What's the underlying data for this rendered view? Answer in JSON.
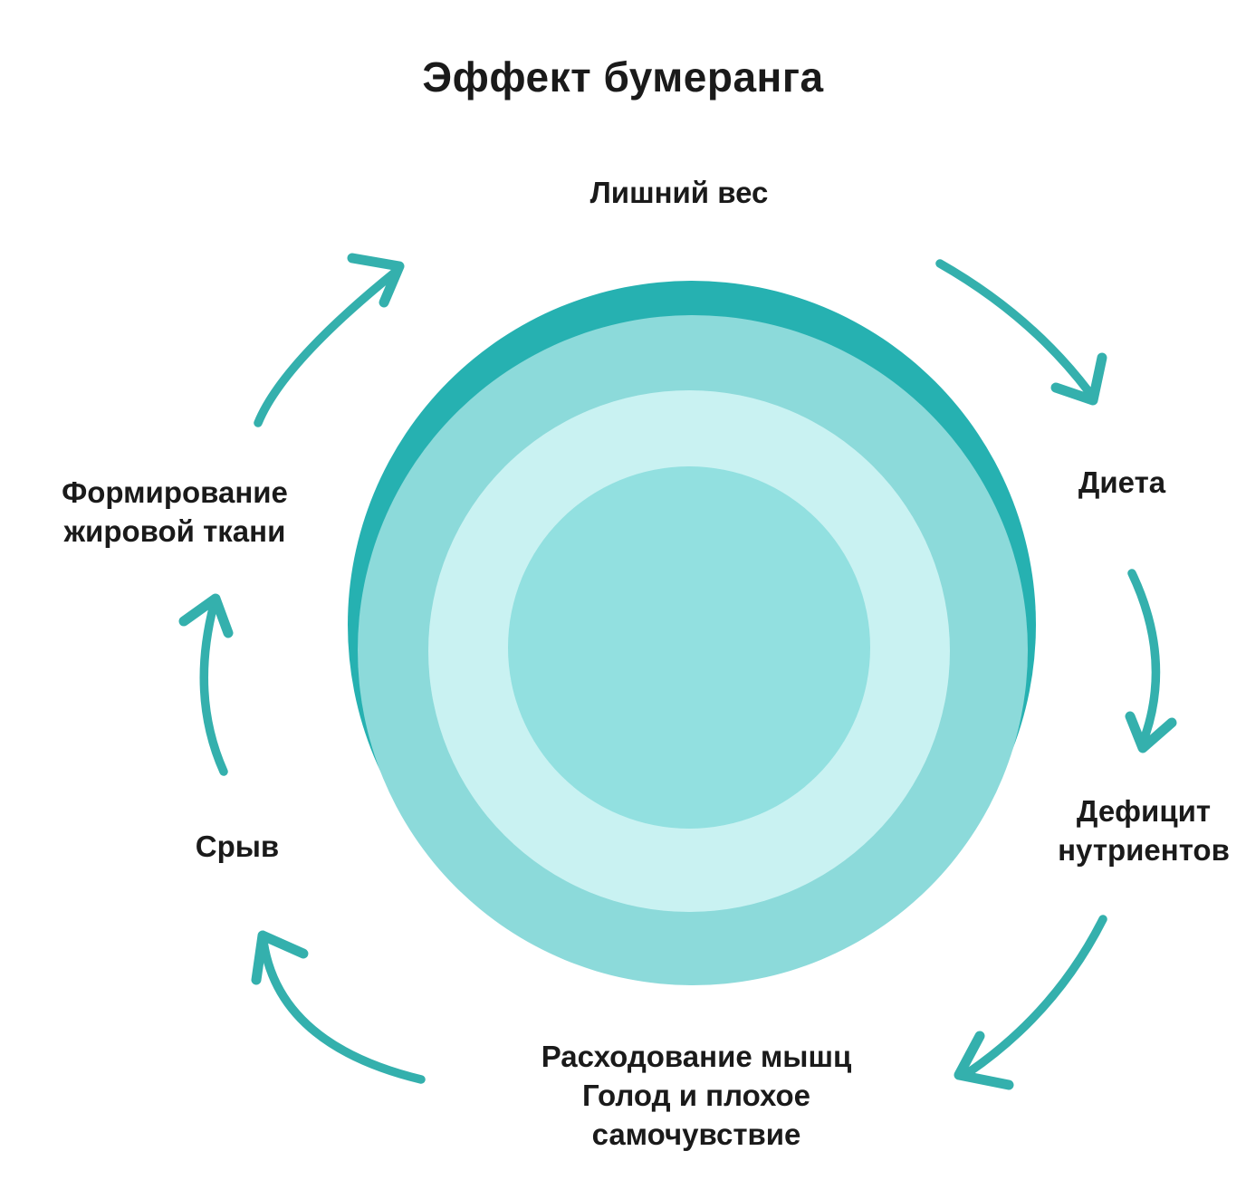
{
  "title": "Эффект бумеранга",
  "colors": {
    "background": "#ffffff",
    "outer_ring_dark_teal": "#26b1b1",
    "ring_medium_teal": "#8cdada",
    "ring_light_teal": "#c9f2f2",
    "inner_circle_teal": "#92e0e0",
    "arrow_teal": "#34b0ad",
    "text": "#1a1a1a"
  },
  "cycle": {
    "direction": "clockwise",
    "steps": [
      {
        "id": "excess-weight",
        "lines": [
          "Лишний вес"
        ]
      },
      {
        "id": "diet",
        "lines": [
          "Диета"
        ]
      },
      {
        "id": "nutrient-deficit",
        "lines": [
          "Дефицит",
          "нутриентов"
        ]
      },
      {
        "id": "muscle-loss",
        "lines": [
          "Расходование мышц",
          "Голод и плохое",
          "самочувствие"
        ]
      },
      {
        "id": "breakdown",
        "lines": [
          "Срыв"
        ]
      },
      {
        "id": "fat-formation",
        "lines": [
          "Формирование",
          "жировой ткани"
        ]
      }
    ]
  }
}
